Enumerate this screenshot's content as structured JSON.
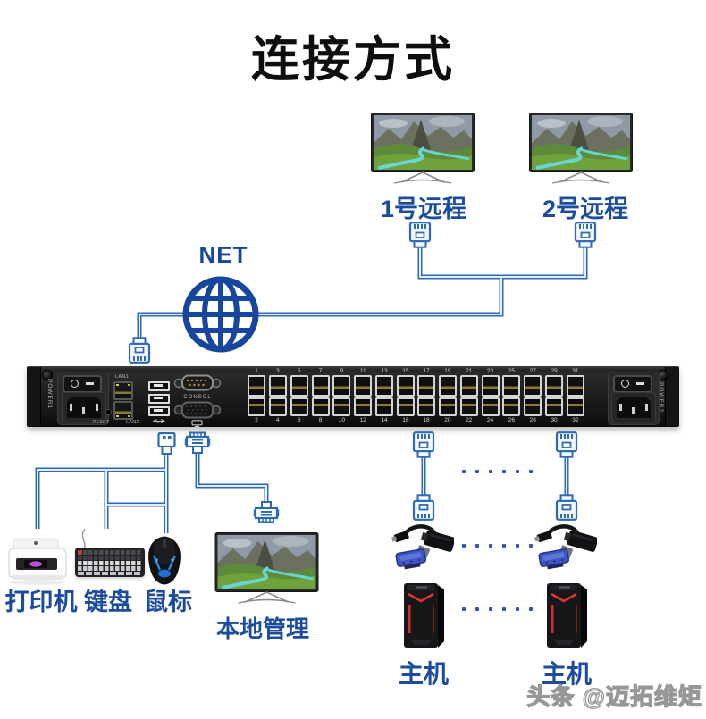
{
  "title": "连接方式",
  "net_label": "NET",
  "remotes": [
    {
      "label": "1号远程"
    },
    {
      "label": "2号远程"
    }
  ],
  "device": {
    "power1": "POWER1",
    "power2": "POWER2",
    "lan1": "LAN1",
    "lan2": "LAN2",
    "reset": "RESET",
    "consol": "CONSOL",
    "ports_top": [
      1,
      3,
      5,
      7,
      9,
      11,
      13,
      15,
      17,
      19,
      21,
      23,
      25,
      27,
      29,
      31
    ],
    "ports_bottom": [
      2,
      4,
      6,
      8,
      10,
      12,
      14,
      16,
      18,
      20,
      22,
      24,
      26,
      28,
      30,
      32
    ]
  },
  "peripherals": {
    "printer": "打印机",
    "keyboard": "键盘",
    "mouse": "鼠标"
  },
  "local_label": "本地管理",
  "hosts": [
    {
      "label": "主机"
    },
    {
      "label": "主机"
    }
  ],
  "watermark": "头条 @迈拓维矩",
  "colors": {
    "cable": "#2d6ab4",
    "label_blue": "#1b4c9e",
    "navy": "#16469d",
    "dot": "#3350bb"
  }
}
